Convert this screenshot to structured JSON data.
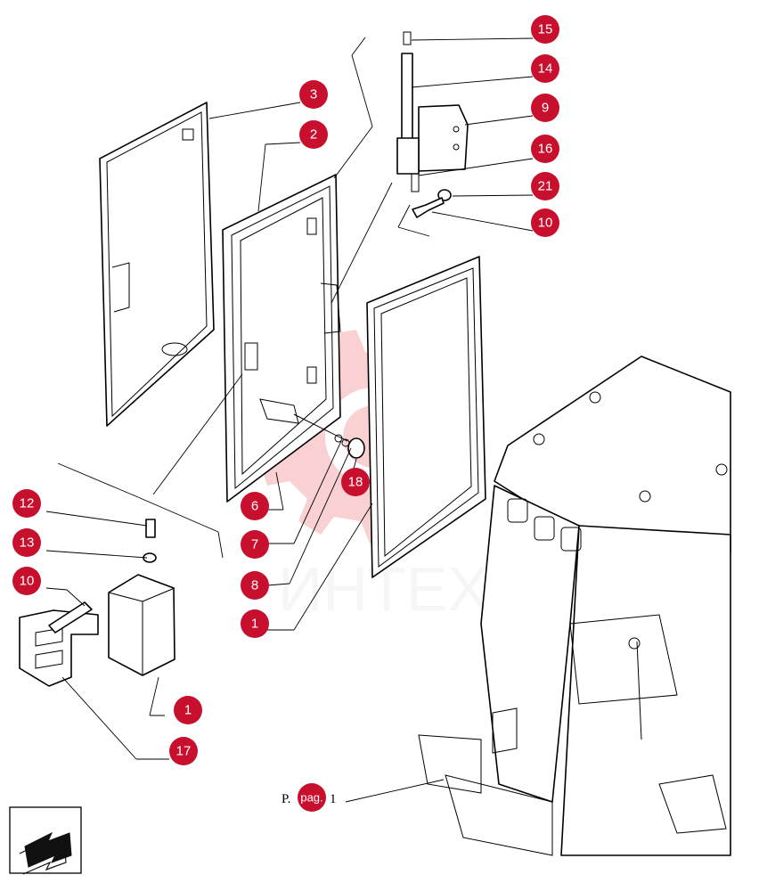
{
  "diagram": {
    "callouts": [
      {
        "id": "15",
        "label": "15"
      },
      {
        "id": "14",
        "label": "14"
      },
      {
        "id": "9",
        "label": "9"
      },
      {
        "id": "16",
        "label": "16"
      },
      {
        "id": "21",
        "label": "21"
      },
      {
        "id": "10a",
        "label": "10"
      },
      {
        "id": "3",
        "label": "3"
      },
      {
        "id": "2",
        "label": "2"
      },
      {
        "id": "18",
        "label": "18"
      },
      {
        "id": "6",
        "label": "6"
      },
      {
        "id": "7",
        "label": "7"
      },
      {
        "id": "8",
        "label": "8"
      },
      {
        "id": "1a",
        "label": "1"
      },
      {
        "id": "12",
        "label": "12"
      },
      {
        "id": "13",
        "label": "13"
      },
      {
        "id": "10b",
        "label": "10"
      },
      {
        "id": "1b",
        "label": "1"
      },
      {
        "id": "17",
        "label": "17"
      }
    ],
    "page_reference": {
      "prefix": "P.",
      "badge": "pag.",
      "suffix": "1"
    },
    "watermark": {
      "text": "ИНТЕХ",
      "color": "#e8333a"
    },
    "accent_color": "#c8102e",
    "nav_icon": "back-arrow-icon"
  }
}
